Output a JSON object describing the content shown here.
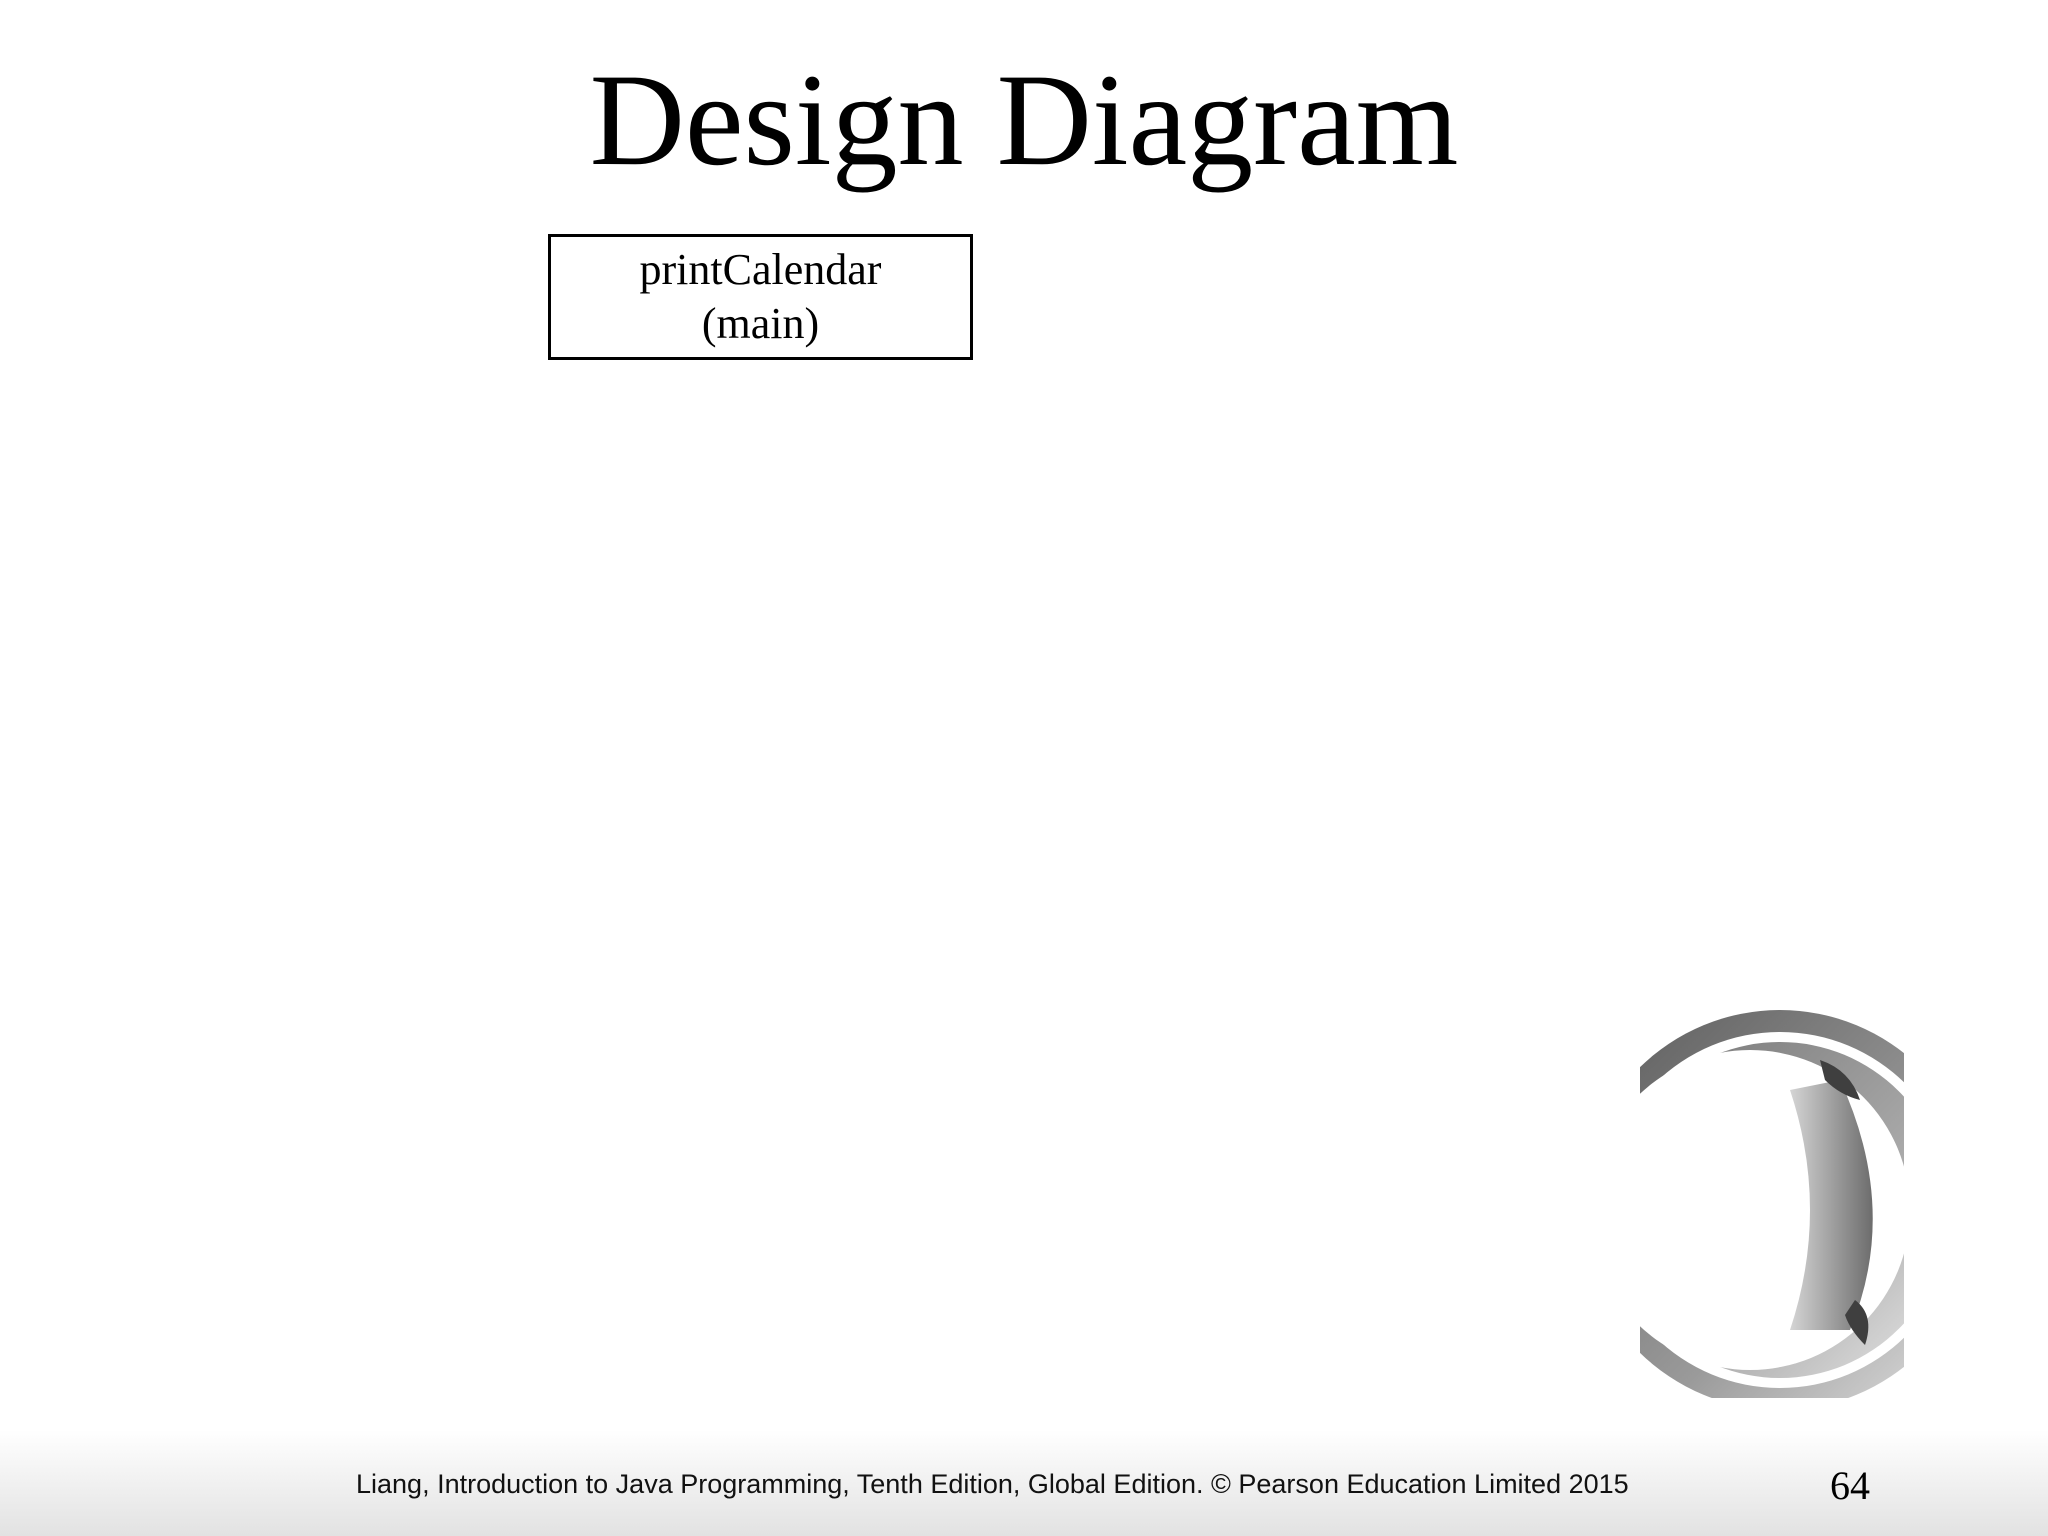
{
  "slide": {
    "title": "Design Diagram",
    "diagram": {
      "nodes": [
        {
          "line1": "printCalendar",
          "line2": "(main)"
        }
      ]
    },
    "footer": {
      "citation": "Liang, Introduction to Java Programming, Tenth Edition, Global Edition. © Pearson Education Limited 2015",
      "page_number": "64"
    },
    "colors": {
      "text": "#000000",
      "logo_dark": "#6e6e6e",
      "logo_light": "#d9d9d9"
    },
    "icons": {
      "logo": "decorative-gray-circle-logo-icon"
    }
  }
}
